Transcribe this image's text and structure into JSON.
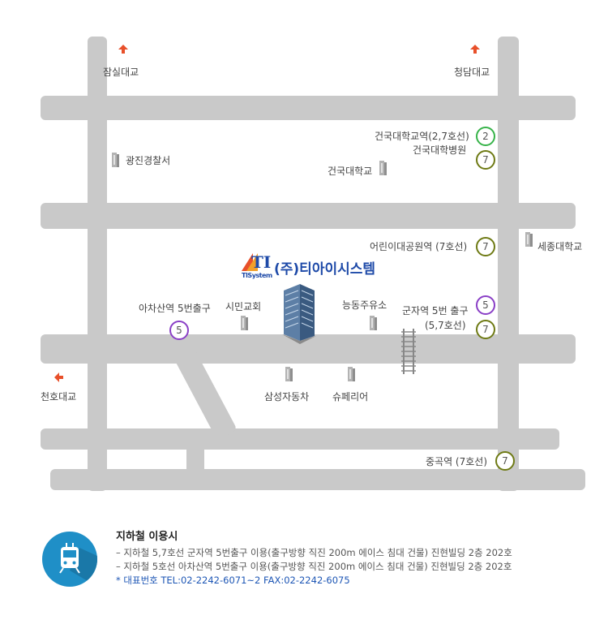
{
  "destinations": {
    "jamsil": "잠실대교",
    "cheongdam": "청담대교",
    "cheonho": "천호대교"
  },
  "landmarks": {
    "police": "광진경찰서",
    "konkuk_univ": "건국대학교",
    "sejong_univ": "세종대학교",
    "civic_church": "시민교회",
    "gas_station": "능동주유소",
    "samsung_motors": "삼성자동차",
    "supermarket": "슈페리어"
  },
  "stations": {
    "konkuk_station": {
      "label": "건국대학교역(2,7호선)",
      "line": "2"
    },
    "konkuk_hospital": {
      "label": "건국대학병원",
      "line": "7"
    },
    "childrens_park": {
      "label": "어린이대공원역 (7호선)",
      "line": "7"
    },
    "gunja_line5": {
      "label": "군자역 5번 출구",
      "line": "5"
    },
    "gunja_line7": {
      "label": "(5,7호선)",
      "line": "7"
    },
    "achasan": {
      "label": "아차산역 5번출구",
      "line": "5"
    },
    "junggok": {
      "label": "중곡역 (7호선)",
      "line": "7"
    }
  },
  "company": {
    "logo_letters": "TI",
    "logo_sub": "TISystem",
    "name": "(주)티아이시스템"
  },
  "subway_info": {
    "title": "지하철 이용시",
    "lines": [
      "– 지하철 5,7호선 군자역 5번출구 이용(출구방향 직진 200m 에이스 침대 건물) 진현빌딩 2층 202호",
      "– 지하철 5호선 아차산역 5번출구 이용(출구방향 직진 200m 에이스 침대 건물) 진현빌딩 2층 202호"
    ],
    "contact": "* 대표번호 TEL:02-2242-6071~2 FAX:02-2242-6075"
  },
  "colors": {
    "road": "#c9c9c9",
    "line2": "#37b349",
    "line5": "#8a3fc6",
    "line7": "#6e7a14",
    "arrow": "#e8502a",
    "train_icon": "#1f8fc7",
    "company_name": "#1e4aa8"
  },
  "icons": [
    "arrow-up-icon",
    "arrow-left-icon",
    "building-icon",
    "subway-train-icon",
    "railway-track-icon"
  ]
}
